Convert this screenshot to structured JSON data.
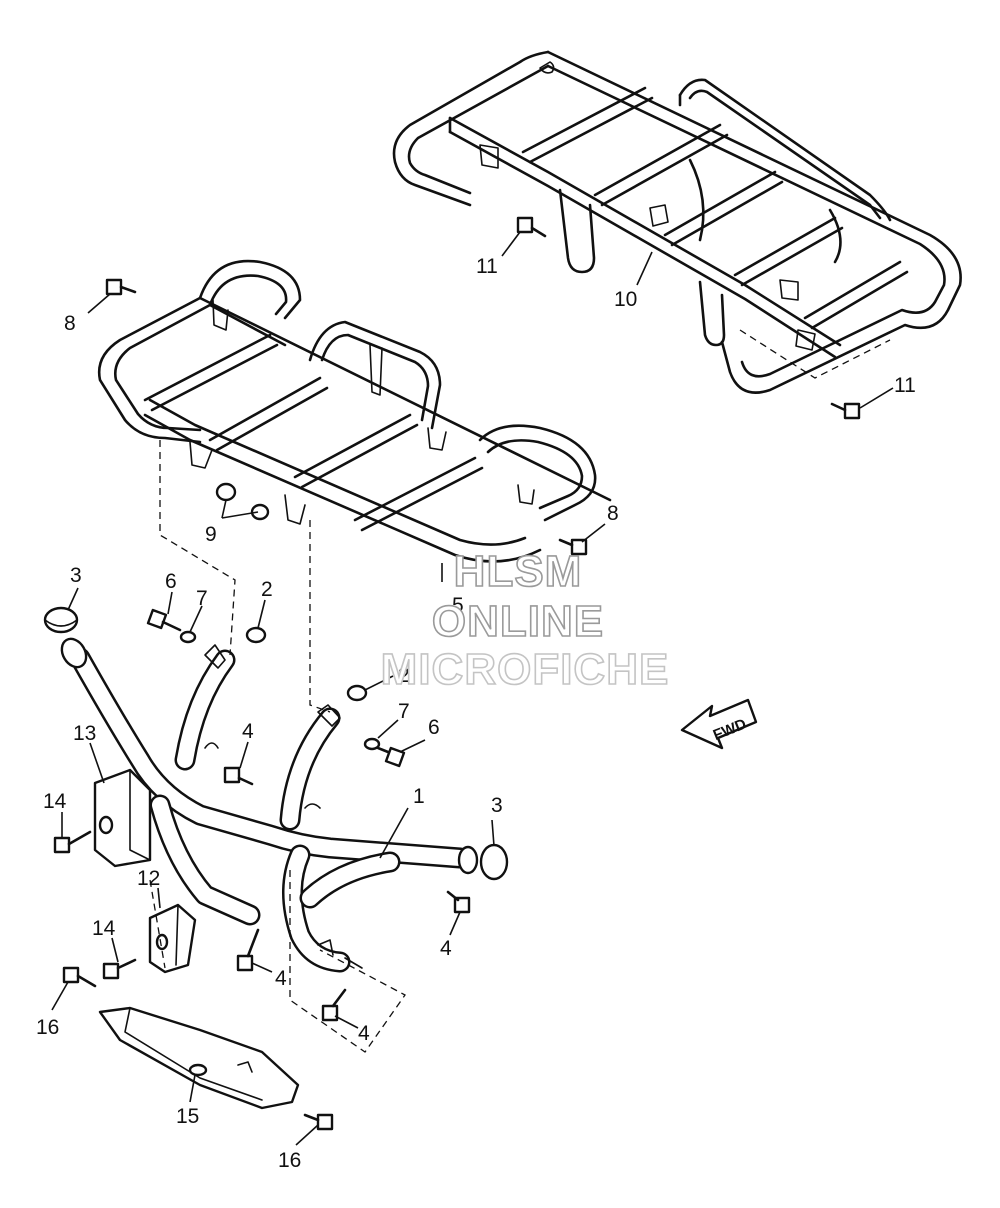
{
  "diagram": {
    "callouts": {
      "c1": "1",
      "c2a": "2",
      "c2b": "2",
      "c3a": "3",
      "c3b": "3",
      "c4a": "4",
      "c4b": "4",
      "c4c": "4",
      "c4d": "4",
      "c5": "5",
      "c6a": "6",
      "c6b": "6",
      "c7a": "7",
      "c7b": "7",
      "c8a": "8",
      "c8b": "8",
      "c9": "9",
      "c10": "10",
      "c11a": "11",
      "c11b": "11",
      "c12": "12",
      "c13": "13",
      "c14a": "14",
      "c14b": "14",
      "c15": "15",
      "c16a": "16",
      "c16b": "16"
    },
    "direction_label": "FWD"
  },
  "watermark": {
    "line1": "HLSM",
    "line2": "ONLINE",
    "line3": "MICROFICHE"
  }
}
